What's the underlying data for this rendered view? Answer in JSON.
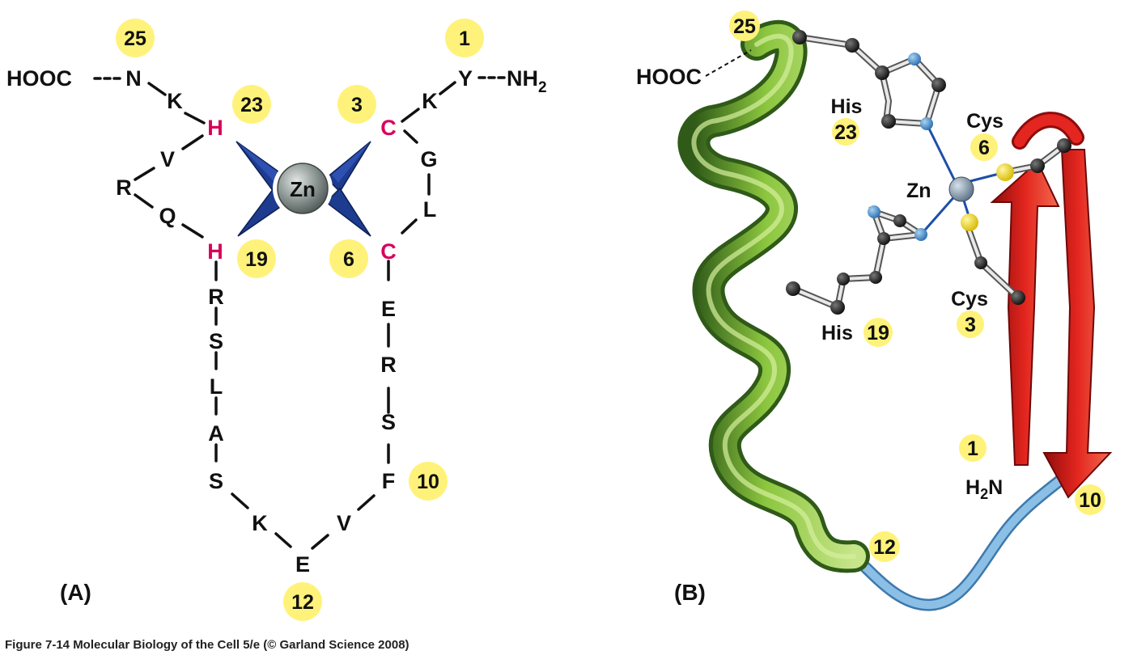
{
  "colors": {
    "badge": "#fff27a",
    "ligand_residue": "#d8005a",
    "zinc_bond": "#1d3b8f",
    "helix": "#8cc63f",
    "strand": "#e3261f",
    "loop": "#7bb2dd"
  },
  "panel_a": {
    "label": "(A)",
    "cooh_terminus": "HOOC",
    "nh2_terminus": "NH",
    "nh2_subscript": "2",
    "metal": "Zn",
    "residues": {
      "n25": "N",
      "k24": "K",
      "h23": "H",
      "v22": "V",
      "r21": "R",
      "q20": "Q",
      "h19": "H",
      "r18": "R",
      "s17": "S",
      "l16": "L",
      "a15": "A",
      "s14": "S",
      "k13": "K",
      "e12": "E",
      "v11": "V",
      "f10": "F",
      "s9": "S",
      "r8": "R",
      "e7": "E",
      "c6": "C",
      "l5": "L",
      "g4": "G",
      "c3": "C",
      "k2": "K",
      "y1": "Y"
    },
    "badges": {
      "b25": "25",
      "b23": "23",
      "b19": "19",
      "b12": "12",
      "b10": "10",
      "b6": "6",
      "b3": "3",
      "b1": "1"
    }
  },
  "panel_b": {
    "label": "(B)",
    "cooh_terminus": "HOOC",
    "nh2_prefix": "H",
    "nh2_subscript": "2",
    "nh2_suffix": "N",
    "metal": "Zn",
    "his_top_name": "His",
    "his_top_number": "23",
    "his_bottom_name": "His",
    "his_bottom_number": "19",
    "cys_top_name": "Cys",
    "cys_top_number": "6",
    "cys_bottom_name": "Cys",
    "cys_bottom_number": "3",
    "badges": {
      "b25": "25",
      "b1": "1",
      "b10": "10",
      "b12": "12"
    }
  },
  "caption": "Figure 7-14  Molecular Biology of the Cell 5/e (© Garland Science 2008)"
}
